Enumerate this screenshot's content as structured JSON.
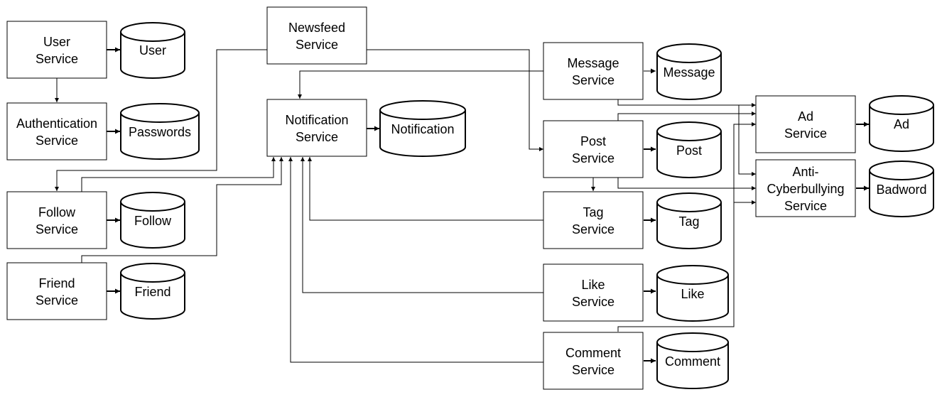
{
  "services": {
    "user": [
      "User",
      "Service"
    ],
    "auth": [
      "Authentication",
      "Service"
    ],
    "follow": [
      "Follow",
      "Service"
    ],
    "friend": [
      "Friend",
      "Service"
    ],
    "newsfeed": [
      "Newsfeed",
      "Service"
    ],
    "notification": [
      "Notification",
      "Service"
    ],
    "message": [
      "Message",
      "Service"
    ],
    "post": [
      "Post",
      "Service"
    ],
    "tag": [
      "Tag",
      "Service"
    ],
    "like": [
      "Like",
      "Service"
    ],
    "comment": [
      "Comment",
      "Service"
    ],
    "ad": [
      "Ad",
      "Service"
    ],
    "anti": [
      "Anti-",
      "Cyberbullying",
      "Service"
    ]
  },
  "databases": {
    "user": "User",
    "passwords": "Passwords",
    "follow": "Follow",
    "friend": "Friend",
    "notification": "Notification",
    "message": "Message",
    "post": "Post",
    "tag": "Tag",
    "like": "Like",
    "comment": "Comment",
    "ad": "Ad",
    "badword": "Badword"
  }
}
